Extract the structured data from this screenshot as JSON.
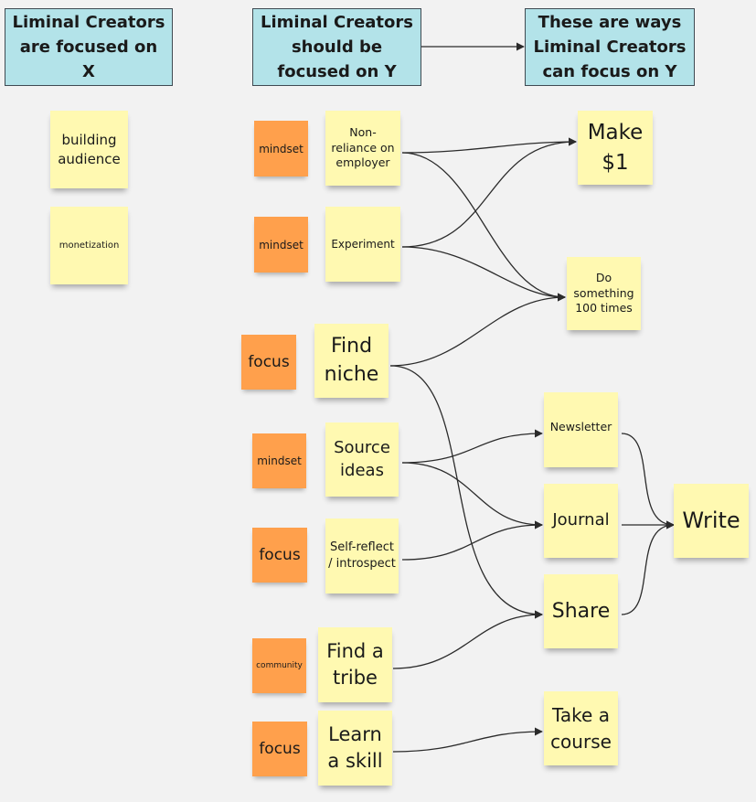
{
  "headers": {
    "focused_on_x": "Liminal Creators are focused on X",
    "should_focus_on_y": "Liminal Creators should be focused on Y",
    "ways_to_focus": "These are ways Liminal Creators can focus on Y"
  },
  "x_notes": {
    "building_audience": "building audience",
    "monetization": "monetization"
  },
  "rows": {
    "non_reliance": {
      "tag": "mindset",
      "note": "Non-reliance on employer"
    },
    "experiment": {
      "tag": "mindset",
      "note": "Experiment"
    },
    "find_niche": {
      "tag": "focus",
      "note": "Find niche"
    },
    "source_ideas": {
      "tag": "mindset",
      "note": "Source ideas"
    },
    "self_reflect": {
      "tag": "focus",
      "note": "Self-reflect / introspect"
    },
    "find_tribe": {
      "tag": "community",
      "note": "Find a tribe"
    },
    "learn_skill": {
      "tag": "focus",
      "note": "Learn a skill"
    }
  },
  "ways": {
    "make_dollar": "Make $1",
    "do_100": "Do something 100 times",
    "newsletter": "Newsletter",
    "journal": "Journal",
    "share": "Share",
    "take_course": "Take a course",
    "write": "Write"
  },
  "colors": {
    "header_fill": "#b3e3e9",
    "sticky_yellow": "#fff9b1",
    "tag_orange": "#ffa04c",
    "connector": "#2b2b2b"
  }
}
